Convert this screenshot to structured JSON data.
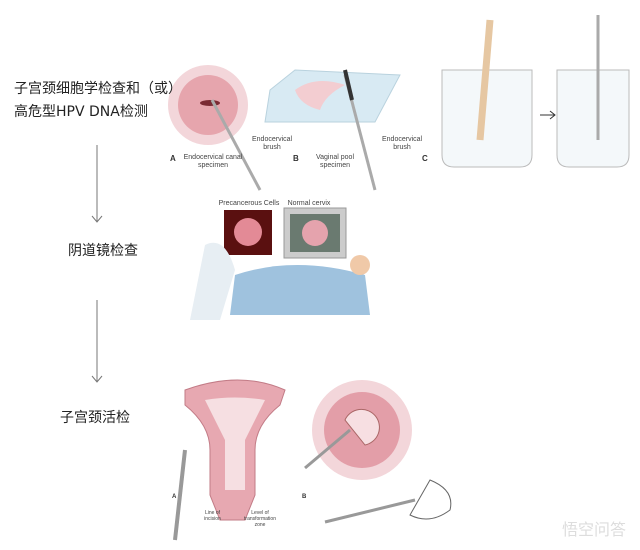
{
  "steps": [
    "子宫颈细胞学检查和（或）",
    "高危型HPV DNA检测",
    "阴道镜检查",
    "子宫颈活检"
  ],
  "cytology": {
    "a": "A",
    "a_label": "Endocervical canal specimen",
    "brush1": "Endocervical brush",
    "b": "B",
    "b_label": "Vaginal pool specimen",
    "brush2": "Endocervical brush",
    "c": "C"
  },
  "colposcopy": {
    "screen1": "Precancerous Cells",
    "screen2": "Normal cervix"
  },
  "biopsy": {
    "a": "A",
    "incision": "Line of incision",
    "level": "Level of transformation zone",
    "b": "B"
  },
  "watermark": "悟空问答"
}
